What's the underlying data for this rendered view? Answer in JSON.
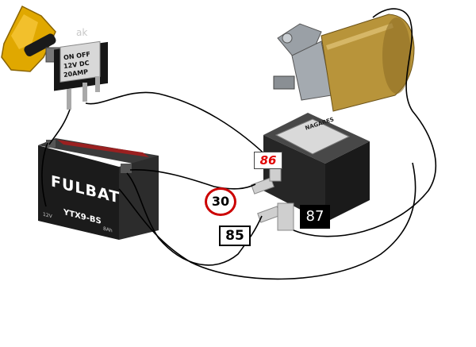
{
  "switch": {
    "text_lines": [
      "ON  OFF",
      "12V  DC",
      "20AMP"
    ],
    "brand_fragment": "ak"
  },
  "battery": {
    "brand": "FULBAT",
    "model": "YTX9-BS",
    "small_left": "12V",
    "small_right": "8Ah"
  },
  "relay": {
    "brand": "NAGARES",
    "pins": {
      "p86": "86",
      "p30": "30",
      "p85": "85",
      "p87": "87"
    }
  },
  "colors": {
    "wire": "#000000",
    "switch_cover": "#e0a800",
    "battery_body": "#1b1b1b",
    "battery_top": "#9a2020",
    "battery_brand_text": "#ffffff",
    "relay_body": "#2a2a2a",
    "pin_86_text": "#e00000",
    "pin_30_ring": "#cc0000",
    "motor_body": "#b8943a"
  }
}
